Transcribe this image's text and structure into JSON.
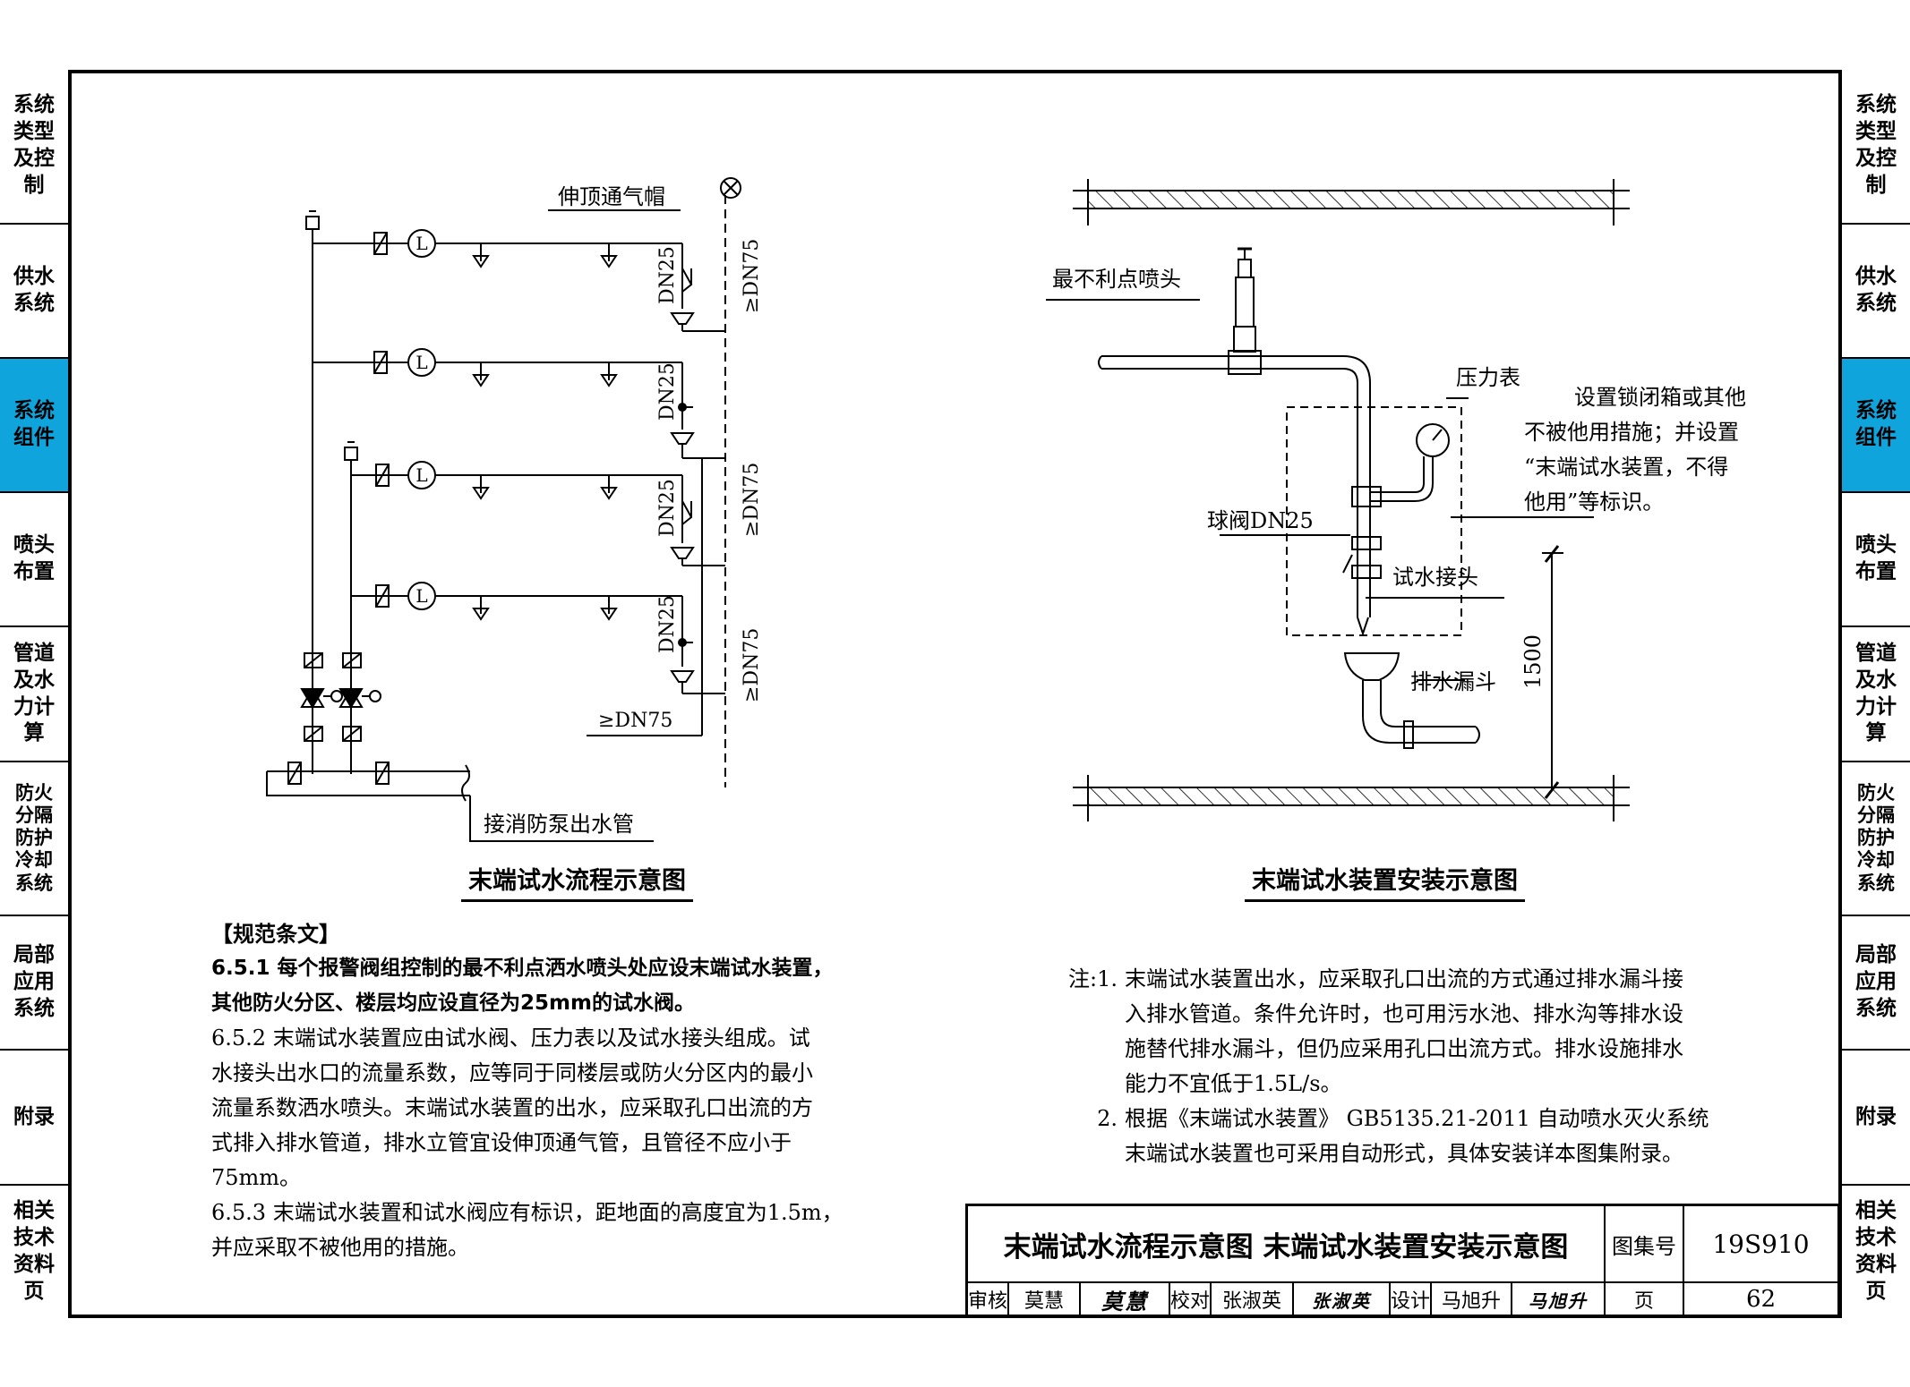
{
  "nav": {
    "items": [
      {
        "label": "系统类型及控制",
        "active": false
      },
      {
        "label": "供水系统",
        "active": false
      },
      {
        "label": "系统组件",
        "active": true
      },
      {
        "label": "喷头布置",
        "active": false
      },
      {
        "label": "管道及水力计算",
        "active": false
      },
      {
        "label": "防火分隔防护冷却系统",
        "active": false
      },
      {
        "label": "局部应用系统",
        "active": false
      },
      {
        "label": "附录",
        "active": false
      },
      {
        "label": "相关技术资料页",
        "active": false
      }
    ],
    "active_color": "#0fa4dc"
  },
  "flow_diagram": {
    "caption": "末端试水流程示意图",
    "vent_cap_label": "伸顶通气帽",
    "branch_dn": [
      "DN25",
      "DN25",
      "DN25",
      "DN25"
    ],
    "riser_dn": [
      "≥DN75",
      "≥DN75",
      "≥DN75"
    ],
    "drain_dn": "≥DN75",
    "pump_label": "接消防泵出水管",
    "flow_switch_symbol": "L"
  },
  "install_diagram": {
    "caption": "末端试水装置安装示意图",
    "sprinkler_label": "最不利点喷头",
    "gauge_label": "压力表",
    "ball_valve_label": "球阀DN25",
    "test_joint_label": "试水接头",
    "funnel_label": "排水漏斗",
    "height_dim": "1500",
    "lock_note": [
      "设置锁闭箱或其他",
      "不被他用措施；并设置",
      "“末端试水装置，不得",
      "他用”等标识。"
    ]
  },
  "spec": {
    "heading": "【规范条文】",
    "clause_651": [
      "6.5.1  每个报警阀组控制的最不利点洒水喷头处应设末端试水装置，",
      "其他防火分区、楼层均应设直径为25mm的试水阀。"
    ],
    "clause_652": [
      "6.5.2  末端试水装置应由试水阀、压力表以及试水接头组成。试",
      "水接头出水口的流量系数，应等同于同楼层或防火分区内的最小",
      "流量系数洒水喷头。末端试水装置的出水，应采取孔口出流的方",
      "式排入排水管道，排水立管宜设伸顶通气管，且管径不应小于",
      "75mm。"
    ],
    "clause_653": [
      "6.5.3  末端试水装置和试水阀应有标识，距地面的高度宜为1.5m，",
      "并应采取不被他用的措施。"
    ]
  },
  "notes": {
    "prefix": "注:",
    "items": [
      {
        "num": "1.",
        "lines": [
          "末端试水装置出水，应采取孔口出流的方式通过排水漏斗接",
          "入排水管道。条件允许时，也可用污水池、排水沟等排水设",
          "施替代排水漏斗，但仍应采用孔口出流方式。排水设施排水",
          "能力不宜低于1.5L/s。"
        ]
      },
      {
        "num": "2.",
        "lines": [
          "根据《末端试水装置》 GB5135.21-2011 自动喷水灭火系统",
          "末端试水装置也可采用自动形式，具体安装详本图集附录。"
        ]
      }
    ]
  },
  "title_block": {
    "title": "末端试水流程示意图  末端试水装置安装示意图",
    "atlas_label": "图集号",
    "atlas_no": "19S910",
    "page_label": "页",
    "page_no": "62",
    "review_label": "审核",
    "reviewer": "莫慧",
    "reviewer_sig": "莫慧",
    "check_label": "校对",
    "checker": "张淑英",
    "checker_sig": "张淑英",
    "design_label": "设计",
    "designer": "马旭升",
    "designer_sig": "马旭升"
  }
}
